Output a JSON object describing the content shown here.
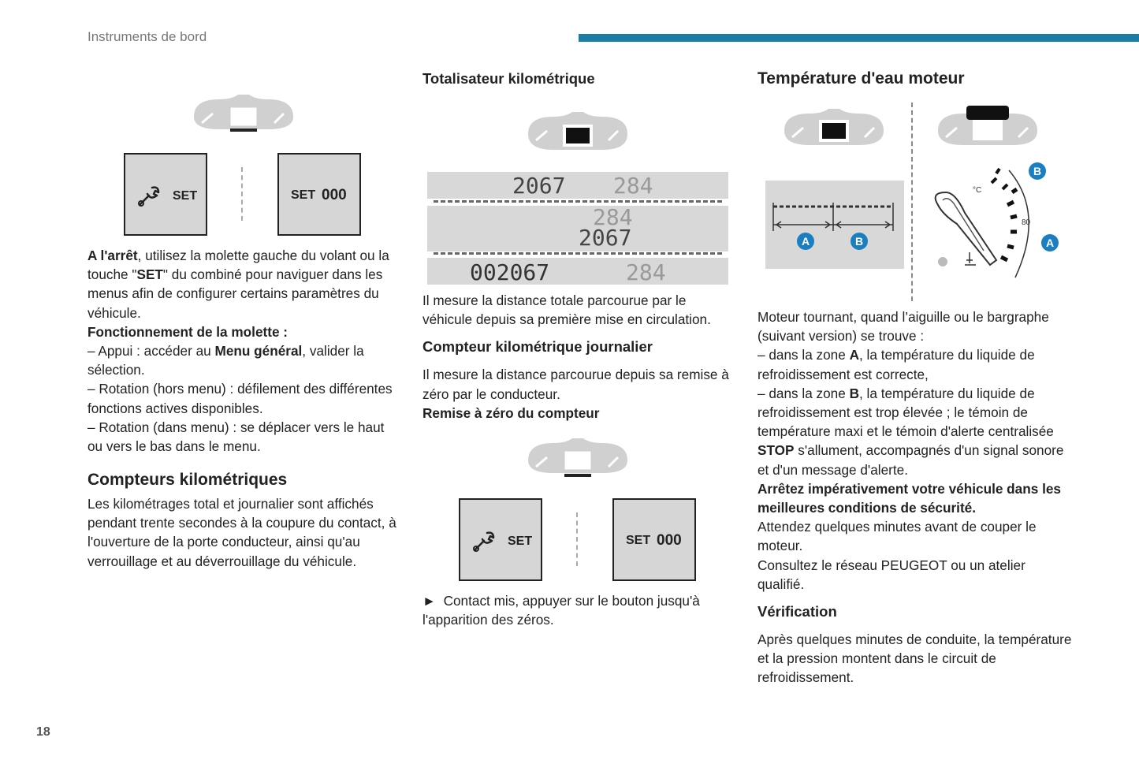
{
  "header": {
    "title": "Instruments de bord",
    "page_number": "18"
  },
  "col1": {
    "set_button_label": "SET",
    "set000_button_set": "SET",
    "set000_button_zeros": "000",
    "p1_bold": "A l'arrêt",
    "p1_text1": ", utilisez la molette gauche du volant ou la touche \"",
    "p1_set": "SET",
    "p1_text2": "\" du combiné pour naviguer dans les menus afin de configurer certains paramètres du véhicule.",
    "molette_title": "Fonctionnement de la molette :",
    "item1_a": "–  Appui : accéder au ",
    "item1_b": "Menu général",
    "item1_c": ", valider la sélection.",
    "item2": "–  Rotation (hors menu) : défilement des différentes fonctions actives disponibles.",
    "item3": "–  Rotation (dans menu) : se déplacer vers le haut ou vers le bas dans le menu.",
    "section_title": "Compteurs kilométriques",
    "section_text": "Les kilométrages total et journalier sont affichés pendant trente secondes à la coupure du contact, à l'ouverture de la porte conducteur, ainsi qu'au verrouillage et au déverrouillage du véhicule."
  },
  "col2": {
    "title_total": "Totalisateur kilométrique",
    "odo_row1_total": "2067",
    "odo_row1_trip": "284",
    "odo_row2_trip": "284",
    "odo_row2_total": "2067",
    "odo_row3_total": "002067",
    "odo_row3_trip": "284",
    "total_text": "Il mesure la distance totale parcourue par le véhicule depuis sa première mise en circulation.",
    "title_journalier": "Compteur kilométrique journalier",
    "journalier_text": "Il mesure la distance parcourue depuis sa remise à zéro par le conducteur.",
    "remise_title": "Remise à zéro du compteur",
    "set_button_label": "SET",
    "set000_button_set": "SET",
    "set000_button_zeros": "000",
    "contact_arrow": "►",
    "contact_text": "Contact mis, appuyer sur le bouton jusqu'à l'apparition des zéros."
  },
  "col3": {
    "title": "Température d'eau moteur",
    "label_a": "A",
    "label_b": "B",
    "gauge_unit": "°C",
    "gauge_value": "80",
    "intro": "Moteur tournant, quand l’aiguille ou le bargraphe (suivant version) se trouve :",
    "zoneA_a": "–  dans la zone ",
    "zoneA_b": "A",
    "zoneA_c": ", la température du liquide de refroidissement est correcte,",
    "zoneB_a": "–  dans la zone ",
    "zoneB_b": "B",
    "zoneB_c": ", la température du liquide de refroidissement est trop élevée ; le témoin de température maxi et le témoin d'alerte centralisée ",
    "zoneB_stop": "STOP",
    "zoneB_d": " s'allument, accompagnés d'un signal sonore et d'un message d'alerte.",
    "warning": "Arrêtez impérativement votre véhicule dans les meilleures conditions de sécurité.",
    "wait": "Attendez quelques minutes avant de couper le moteur.",
    "consult": "Consultez le réseau PEUGEOT ou un atelier qualifié.",
    "verif_title": "Vérification",
    "verif_text": "Après quelques minutes de conduite, la température et la pression montent dans le circuit de refroidissement."
  },
  "colors": {
    "accent": "#1b7ca6",
    "badge": "#1a7fc1",
    "button_bg": "#d6d6d6",
    "display_bg": "#d8d8d8"
  }
}
